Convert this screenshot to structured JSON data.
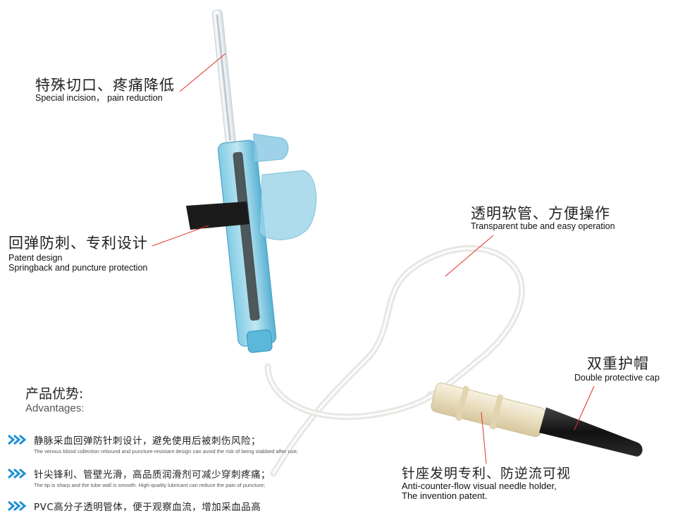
{
  "callouts": {
    "incision": {
      "cn": "特殊切口、疼痛降低",
      "en": "Special incision， pain reduction"
    },
    "springback": {
      "cn": "回弹防刺、专利设计",
      "en_line1": "Patent design",
      "en_line2": "Springback and puncture protection"
    },
    "tube": {
      "cn": "透明软管、方便操作",
      "en": "Transparent tube and easy operation"
    },
    "cap": {
      "cn": "双重护帽",
      "en": "Double protective cap"
    },
    "holder": {
      "cn": "针座发明专利、防逆流可视",
      "en_line1": "Anti-counter-flow visual needle holder,",
      "en_line2": "The invention patent."
    }
  },
  "advantages": {
    "title_cn": "产品优势:",
    "title_en": "Advantages:",
    "items": [
      {
        "cn": "静脉采血回弹防针刺设计，避免使用后被刺伤风险；",
        "en": "The venous blood collection rebound and puncture-resistant design can avoid the risk of being stabbed after use;"
      },
      {
        "cn": "针尖锋利、管壁光滑，高品质润滑剂可减少穿刺疼痛；",
        "en": "The tip is sharp and the tube wall is smooth. High-quality lubricant can reduce the pain of puncture;"
      },
      {
        "cn": "PVC高分子透明管体，便于观察血流，增加采血品高",
        "en": ""
      }
    ]
  },
  "colors": {
    "leader_line": "#e0322a",
    "chevron": "#1e8fd6",
    "wing_blue": "#8fd0e6",
    "hub_blue": "#4fb3d8",
    "holder_cream": "#efe6cf",
    "cap_black": "#1a1a1a"
  }
}
